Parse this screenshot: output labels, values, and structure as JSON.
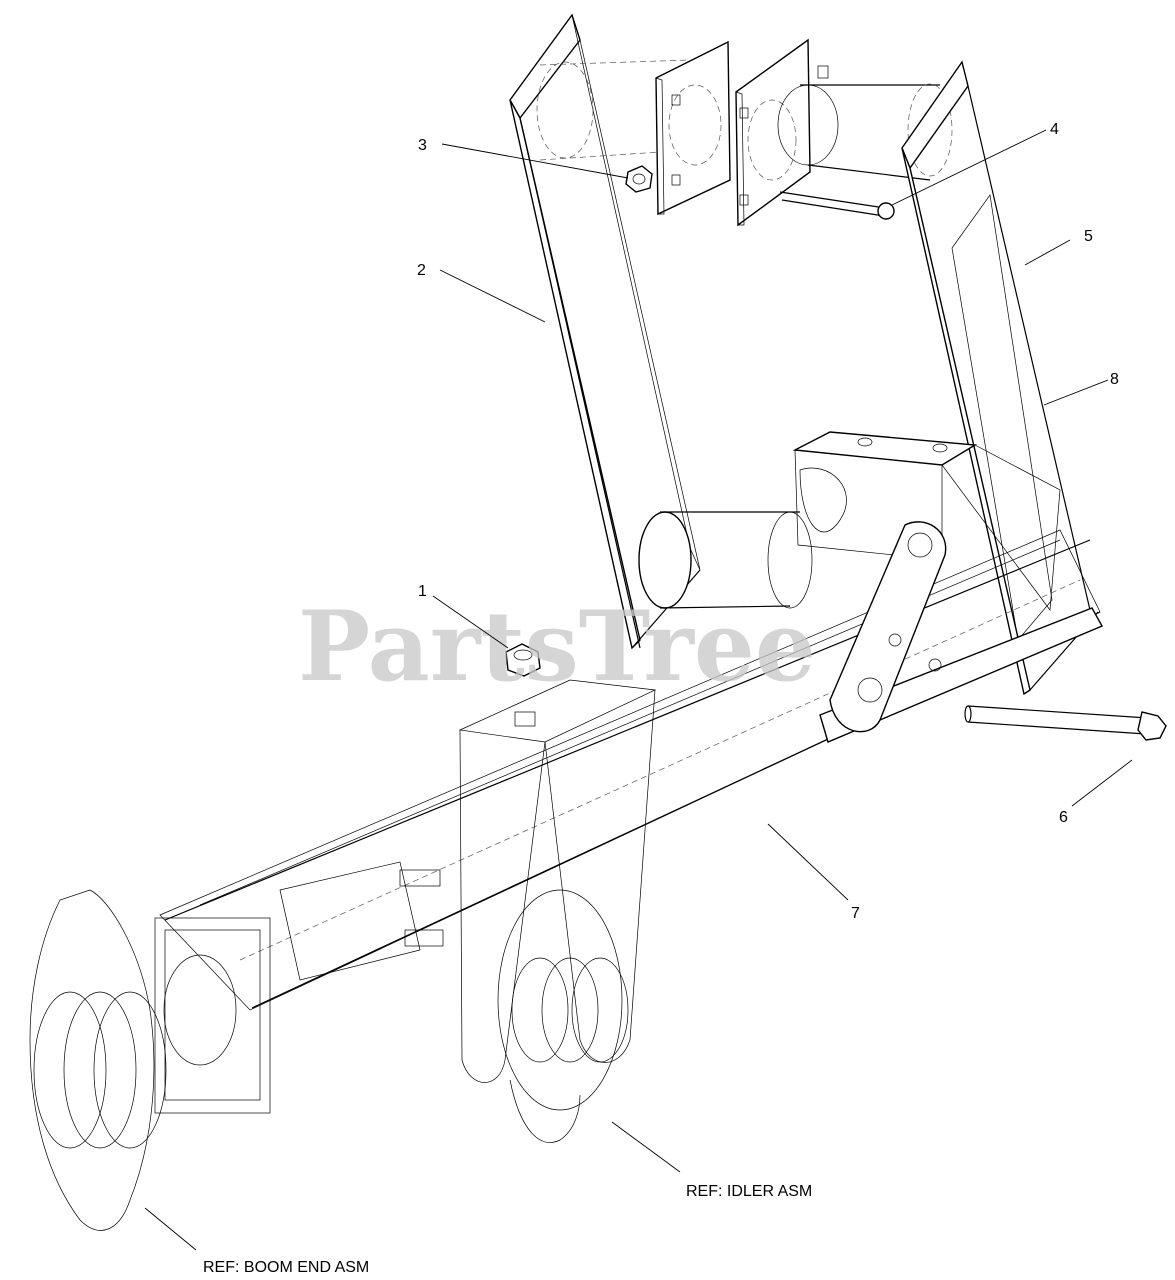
{
  "watermark": "PartsTree",
  "callouts": [
    {
      "id": "1",
      "label": "1"
    },
    {
      "id": "2",
      "label": "2"
    },
    {
      "id": "3",
      "label": "3"
    },
    {
      "id": "4",
      "label": "4"
    },
    {
      "id": "5",
      "label": "5"
    },
    {
      "id": "6",
      "label": "6"
    },
    {
      "id": "7",
      "label": "7"
    },
    {
      "id": "8",
      "label": "8"
    }
  ],
  "references": {
    "idler": "REF: IDLER ASM",
    "boom_end": "REF: BOOM END ASM"
  }
}
